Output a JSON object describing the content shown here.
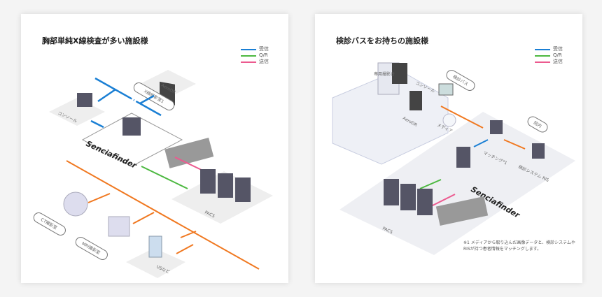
{
  "legend": {
    "receive": "受信",
    "qr": "Q/R",
    "send": "送信",
    "colors": {
      "receive": "#1a7fd4",
      "qr": "#4cb840",
      "send": "#ec5a8f",
      "network": "#f07820"
    }
  },
  "left": {
    "title": "胸部単純X線検査が多い施設様",
    "labels": {
      "aerodr": "AeroDR",
      "xray_room": "X線撮影室1",
      "console": "コンソール",
      "senciafinder": "Senciafinder",
      "pacs": "PACS",
      "ct": "CT撮影室",
      "mri": "MRI撮影室",
      "us": "USなど"
    }
  },
  "right": {
    "title": "検診バスをお持ちの施設様",
    "labels": {
      "bus": "検診バス",
      "console": "コンソール",
      "stand": "専用撮影台",
      "aerodr": "AeroDR",
      "media": "メディア",
      "hospital": "院内",
      "matching": "マッチング*1",
      "ris": "検診システム RIS",
      "senciafinder": "Senciafinder",
      "pacs": "PACS"
    },
    "note": "※1 メディアから取り込んだ画像データと、検診システムやRISが持つ患者情報をマッチングします。"
  }
}
